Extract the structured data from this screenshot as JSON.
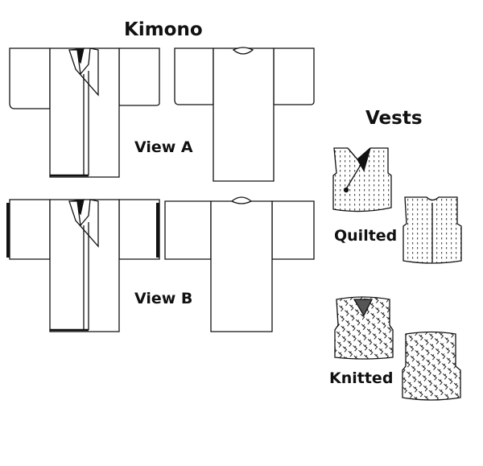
{
  "kimono": {
    "title": "Kimono",
    "view_a": "View A",
    "view_b": "View B"
  },
  "vests": {
    "title": "Vests",
    "quilted": "Quilted",
    "knitted": "Knitted"
  },
  "colors": {
    "line": "#111111",
    "background": "#ffffff"
  }
}
